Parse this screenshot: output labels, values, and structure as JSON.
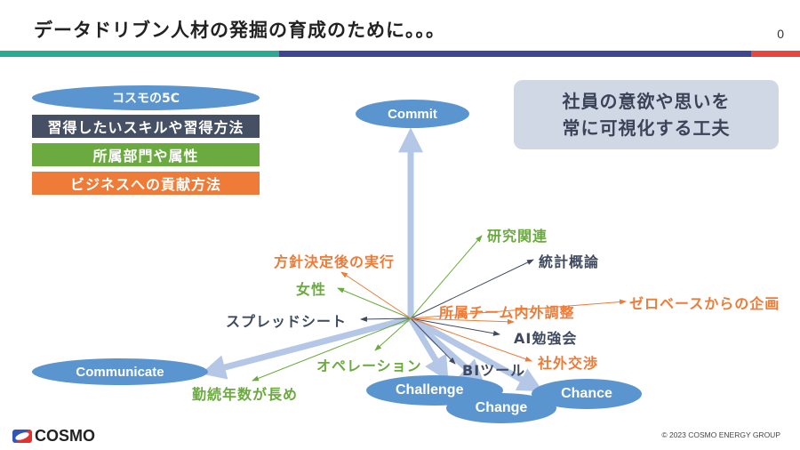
{
  "slide": {
    "title": "データドリブン人材の発掘の育成のために。。。",
    "page_number": "0"
  },
  "header_band": {
    "colors": [
      "#2aaa92",
      "#3d4691",
      "#e8473f"
    ]
  },
  "legend": {
    "heading": "コスモの5C",
    "items": [
      {
        "label": "習得したいスキルや習得方法",
        "color": "#455064"
      },
      {
        "label": "所属部門や属性",
        "color": "#6aaa3f"
      },
      {
        "label": "ビジネスへの貢献方法",
        "color": "#ee7b37"
      }
    ]
  },
  "callout": {
    "line1": "社員の意欲や思いを",
    "line2": "常に可視化する工夫"
  },
  "five_c_nodes": {
    "commit": "Commit",
    "communicate": "Communicate",
    "challenge": "Challenge",
    "change": "Change",
    "chance": "Chance"
  },
  "attribute_labels": {
    "research": "研究関連",
    "statistics": "統計概論",
    "policy_execution": "方針決定後の実行",
    "female": "女性",
    "zero_base_planning": "ゼロベースからの企画",
    "team_coordination": "所属チーム内外調整",
    "spreadsheet": "スプレッドシート",
    "ai_study": "AI勉強会",
    "operation": "オペレーション",
    "bi_tool": "BIツール",
    "external_negotiation": "社外交渉",
    "long_tenure": "勤続年数が長め"
  },
  "colors": {
    "node_blue": "#5b95d0",
    "thick_arrow": "#b4c7e7",
    "skill": "#3f4a60",
    "attribute": "#6aab3e",
    "contribution": "#ee7b37"
  },
  "footer": {
    "logo_text": "COSMO",
    "copyright": "© 2023 COSMO ENERGY GROUP"
  }
}
